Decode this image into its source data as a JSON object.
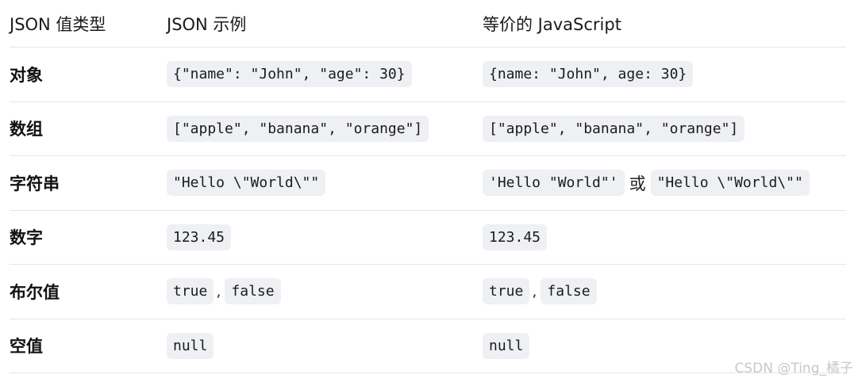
{
  "table": {
    "headers": [
      "JSON 值类型",
      "JSON 示例",
      "等价的 JavaScript"
    ],
    "rows": [
      {
        "type": "对象",
        "json": "{\"name\": \"John\", \"age\": 30}",
        "js": "{name: \"John\", age: 30}"
      },
      {
        "type": "数组",
        "json": "[\"apple\", \"banana\", \"orange\"]",
        "js": "[\"apple\", \"banana\", \"orange\"]"
      },
      {
        "type": "字符串",
        "json": "\"Hello \\\"World\\\"\"",
        "js_a": "'Hello \"World\"'",
        "js_or": "或",
        "js_b": "\"Hello \\\"World\\\"\""
      },
      {
        "type": "数字",
        "json": "123.45",
        "js": "123.45"
      },
      {
        "type": "布尔值",
        "json_true": "true",
        "json_sep": ",",
        "json_false": "false",
        "js_true": "true",
        "js_sep": ",",
        "js_false": "false"
      },
      {
        "type": "空值",
        "json": "null",
        "js": "null"
      }
    ]
  },
  "watermark": "CSDN @Ting_橘子"
}
